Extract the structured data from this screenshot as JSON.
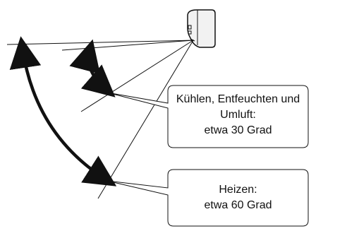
{
  "callouts": {
    "cooling": {
      "line1": "Kühlen, Entfeuchten und",
      "line2": "Umluft:",
      "line3": "etwa 30 Grad"
    },
    "heating": {
      "line1": "Heizen:",
      "line2": "etwa 60 Grad"
    }
  },
  "colors": {
    "stroke": "#111111",
    "unit_fill": "#f2f2f2",
    "background": "#ffffff"
  },
  "icons": {
    "unit": "air-conditioner-indoor-unit-icon",
    "small_arc": "double-headed-curved-arrow",
    "large_arc": "double-headed-curved-arrow"
  }
}
